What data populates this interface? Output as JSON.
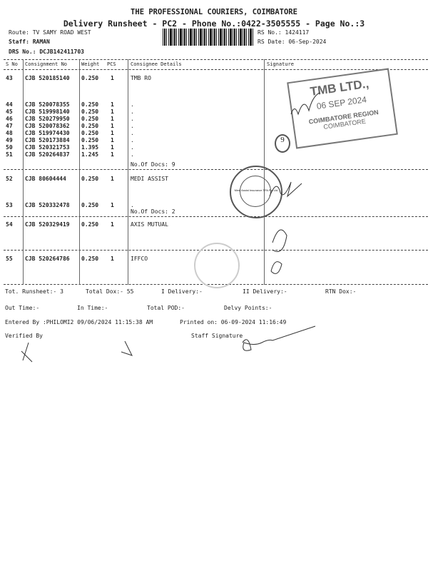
{
  "header": {
    "company": "THE PROFESSIONAL COURIERS, COIMBATORE",
    "subtitle": "Delivery Runsheet - PC2 - Phone No.:0422-3505555 - Page No.:3",
    "route": "Route: TV SAMY ROAD WEST",
    "staff": "Staff: RAMAN",
    "drs": "DRS No.: DCJB142411703",
    "rs_no": "RS No.: 1424117",
    "rs_date": "RS Date: 06-Sep-2024"
  },
  "table": {
    "columns": [
      "S No",
      "Consignment No",
      "Weight",
      "PCS",
      "Consignee Details",
      "Signature"
    ],
    "rows": [
      {
        "sno": "43",
        "cn": "CJB 520185140",
        "wt": "0.250",
        "pcs": "1",
        "details": "TMB RO"
      },
      {
        "sno": "44",
        "cn": "CJB 520078355",
        "wt": "0.250",
        "pcs": "1",
        "details": "."
      },
      {
        "sno": "45",
        "cn": "CJB 519998140",
        "wt": "0.250",
        "pcs": "1",
        "details": "."
      },
      {
        "sno": "46",
        "cn": "CJB 520279950",
        "wt": "0.250",
        "pcs": "1",
        "details": "."
      },
      {
        "sno": "47",
        "cn": "CJB 520078362",
        "wt": "0.250",
        "pcs": "1",
        "details": "."
      },
      {
        "sno": "48",
        "cn": "CJB 519974430",
        "wt": "0.250",
        "pcs": "1",
        "details": "."
      },
      {
        "sno": "49",
        "cn": "CJB 520173884",
        "wt": "0.250",
        "pcs": "1",
        "details": "."
      },
      {
        "sno": "50",
        "cn": "CJB 520321753",
        "wt": "1.395",
        "pcs": "1",
        "details": "."
      },
      {
        "sno": "51",
        "cn": "CJB 520264837",
        "wt": "1.245",
        "pcs": "1",
        "details": "."
      },
      {
        "sno": "52",
        "cn": "CJB 80604444",
        "wt": "0.250",
        "pcs": "1",
        "details": "MEDI ASSIST"
      },
      {
        "sno": "53",
        "cn": "CJB 520332478",
        "wt": "0.250",
        "pcs": "1",
        "details": "."
      },
      {
        "sno": "54",
        "cn": "CJB 520329419",
        "wt": "0.250",
        "pcs": "1",
        "details": "AXIS MUTUAL"
      },
      {
        "sno": "55",
        "cn": "CJB 520264786",
        "wt": "0.250",
        "pcs": "1",
        "details": "IFFCO"
      }
    ],
    "docs_group1": "No.Of Docs: 9",
    "docs_group2": "No.Of Docs: 2"
  },
  "footer": {
    "tot_runsheet": "Tot. Runsheet:- 3",
    "total_dox": "Total Dox:-  55",
    "i_delivery": "I Delivery:-",
    "ii_delivery": "II Delivery:-",
    "rtn_dox": "RTN Dox:-",
    "out_time": "Out Time:-",
    "in_time": "In Time:-",
    "total_pod": "Total POD:-",
    "delvy_points": "Delvy Points:-",
    "entered_by": "Entered By :PHILOMI2 09/06/2024 11:15:38 AM",
    "printed_on": "Printed on: 06-09-2024 11:16:49",
    "verified_by": "Verified By",
    "staff_signature": "Staff Signature"
  },
  "stamps": {
    "tmb_name": "TMB LTD.,",
    "tmb_date": "06 SEP 2024",
    "tmb_region": "COIMBATORE REGION",
    "tmb_city": "COIMBATORE",
    "medi_assist": "Medi Assist Insurance TPA Pvt Ltd",
    "annotation": "9"
  }
}
